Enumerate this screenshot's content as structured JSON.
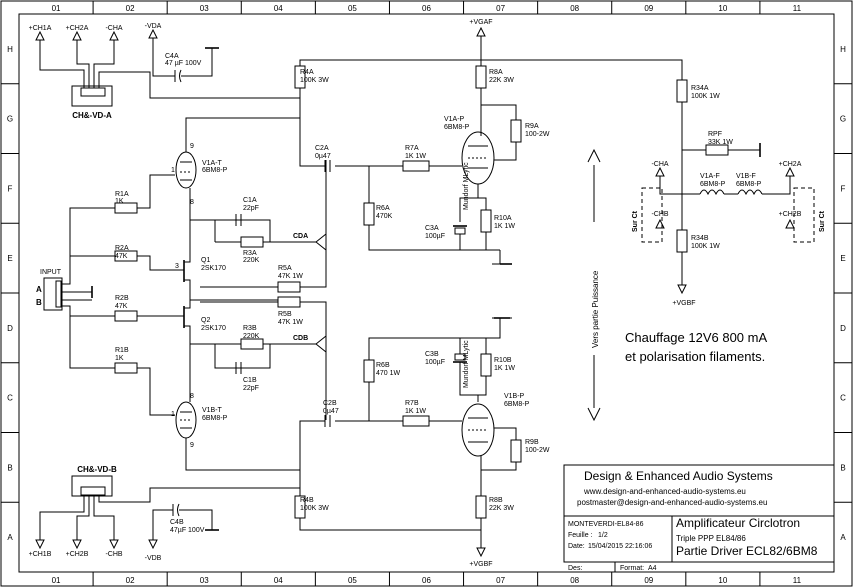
{
  "frame": {
    "columns": [
      "01",
      "02",
      "03",
      "04",
      "05",
      "06",
      "07",
      "08",
      "09",
      "10",
      "11"
    ],
    "rows": [
      "H",
      "G",
      "F",
      "E",
      "D",
      "C",
      "B",
      "A"
    ]
  },
  "connectors": {
    "ch_a": {
      "name": "CH&-VD-A",
      "pins": [
        "+CH1A",
        "+CH2A",
        "-CHA"
      ]
    },
    "ch_b": {
      "name": "CH&-VD-B",
      "pins": [
        "+CH1B",
        "+CH2B",
        "-CHB"
      ]
    },
    "vda": "-VDA",
    "vdb": "-VDB",
    "input": {
      "label": "INPUT",
      "a": "A",
      "b": "B"
    }
  },
  "components": {
    "c4a": {
      "ref": "C4A",
      "value": "47 µF 100V"
    },
    "c4b": {
      "ref": "C4B",
      "value": "47µF 100V"
    },
    "r4a": {
      "ref": "R4A",
      "value": "100K 3W"
    },
    "r4b": {
      "ref": "R4B",
      "value": "100K 3W"
    },
    "r8a": {
      "ref": "R8A",
      "value": "22K 3W"
    },
    "r8b": {
      "ref": "R8B",
      "value": "22K 3W"
    },
    "c2a": {
      "ref": "C2A",
      "value": "0µ47"
    },
    "c2b": {
      "ref": "C2B",
      "value": "0µ47"
    },
    "r7a": {
      "ref": "R7A",
      "value": "1K 1W"
    },
    "r7b": {
      "ref": "R7B",
      "value": "1K 1W"
    },
    "v1ap": {
      "ref": "V1A-P",
      "value": "6BM8-P"
    },
    "v1bp": {
      "ref": "V1B-P",
      "value": "6BM8-P"
    },
    "r9a": {
      "ref": "R9A",
      "value": "100-2W"
    },
    "r9b": {
      "ref": "R9B",
      "value": "100-2W"
    },
    "r6a": {
      "ref": "R6A",
      "value": "470K"
    },
    "r6b": {
      "ref": "R6B",
      "value": "470 1W"
    },
    "c3a": {
      "ref": "C3A",
      "value": "100µF",
      "note": "Mundorf MLytic"
    },
    "c3b": {
      "ref": "C3B",
      "value": "100µF",
      "note": "Mundorf MLytic"
    },
    "r10a": {
      "ref": "R10A",
      "value": "1K 1W"
    },
    "r10b": {
      "ref": "R10B",
      "value": "1K 1W"
    },
    "v1at": {
      "ref": "V1A-T",
      "value": "6BM8-P"
    },
    "v1bt": {
      "ref": "V1B-T",
      "value": "6BM8-P"
    },
    "r1a": {
      "ref": "R1A",
      "value": "1K"
    },
    "r1b": {
      "ref": "R1B",
      "value": "1K"
    },
    "c1a": {
      "ref": "C1A",
      "value": "22pF"
    },
    "c1b": {
      "ref": "C1B",
      "value": "22pF"
    },
    "r2a": {
      "ref": "R2A",
      "value": "47K"
    },
    "r2b": {
      "ref": "R2B",
      "value": "47K"
    },
    "r3a": {
      "ref": "R3A",
      "value": "220K"
    },
    "r3b": {
      "ref": "R3B",
      "value": "220K"
    },
    "q1": {
      "ref": "Q1",
      "value": "2SK170"
    },
    "q2": {
      "ref": "Q2",
      "value": "2SK170"
    },
    "r5a": {
      "ref": "R5A",
      "value": "47K 1W"
    },
    "r5b": {
      "ref": "R5B",
      "value": "47K 1W"
    },
    "cda": "CDA",
    "cdb": "CDB",
    "r34a": {
      "ref": "R34A",
      "value": "100K 1W"
    },
    "r34b": {
      "ref": "R34B",
      "value": "100K 1W"
    },
    "rpf": {
      "ref": "RPF",
      "value": "33K 1W"
    },
    "v1af": {
      "ref": "V1A-F",
      "value": "6BM8-P"
    },
    "v1bf": {
      "ref": "V1B-F",
      "value": "6BM8-P"
    }
  },
  "rails": {
    "vgaf": "+VGAF",
    "vgbf_bottom": "+VGBF",
    "vgbf_right": "+VGBF",
    "cha": "-CHA",
    "chb": "-CHB",
    "ch2a": "+CH2A",
    "ch2b": "+CH2B",
    "sur_ct_left": "Sur Ct",
    "sur_ct_right": "Sur Ct"
  },
  "annotations": {
    "power_side": "Vers partie Puissance",
    "heating_line1": "Chauffage 12V6  800 mA",
    "heating_line2": "et polarisation filaments."
  },
  "title_block": {
    "company": "Design & Enhanced Audio Systems",
    "website": "www.design-and-enhanced-audio-systems.eu",
    "email": "postmaster@design-and-enhanced-audio-systems.eu",
    "project": "MONTEVERDI-EL84-86",
    "sheet_label": "Feuille :",
    "sheet_value": "1/2",
    "date_label": "Date:",
    "date_value": "15/04/2015 22:16:06",
    "title1": "Amplificateur Circlotron",
    "title2": "Triple PPP EL84/86",
    "title3": "Partie Driver ECL82/6BM8",
    "des_label": "Des:",
    "format_label": "Format:",
    "format_value": "A4"
  }
}
